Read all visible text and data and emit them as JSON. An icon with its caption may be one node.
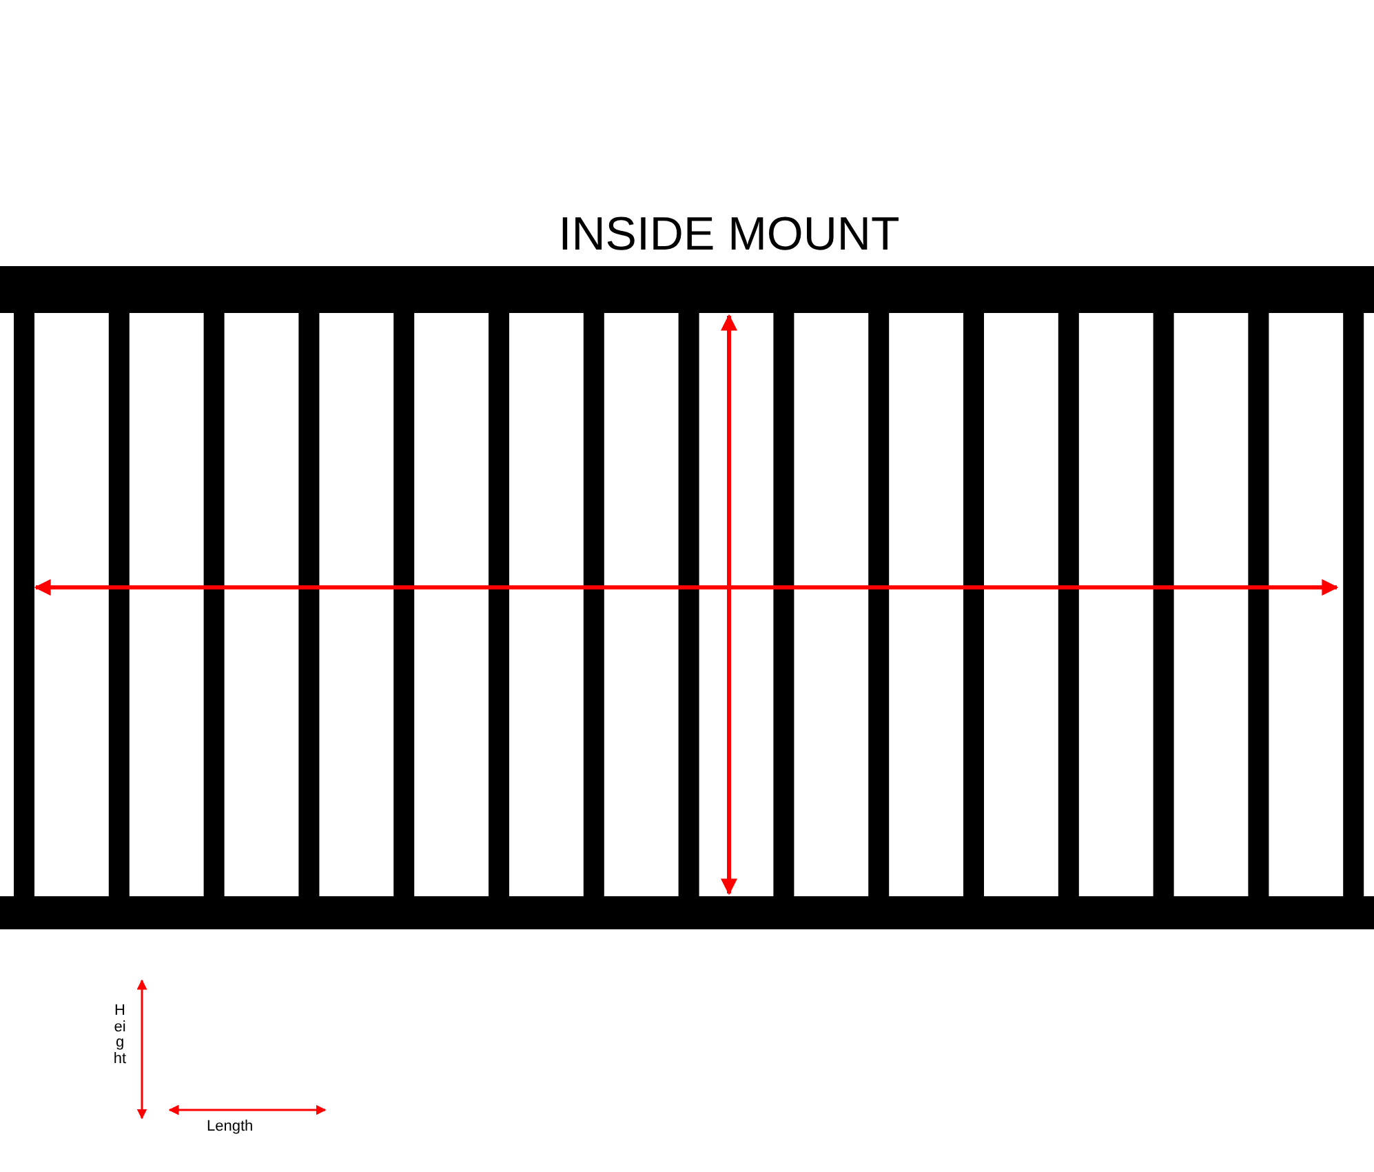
{
  "diagram": {
    "title": "INSIDE MOUNT",
    "labels": [
      "Height",
      "Length"
    ]
  }
}
